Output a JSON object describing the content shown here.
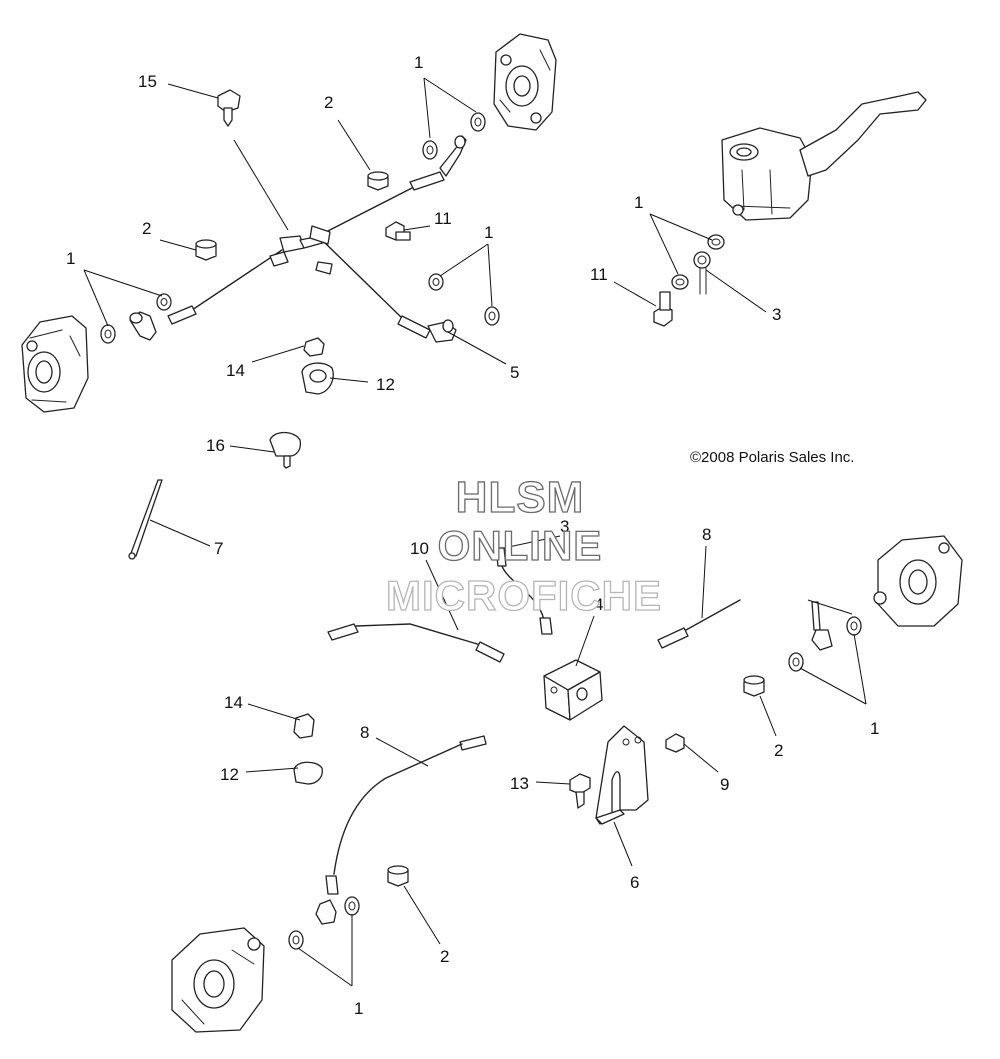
{
  "copyright": "©2008 Polaris Sales Inc.",
  "watermark": {
    "line1": "HLSM",
    "line2": "ONLINE",
    "line3": "MICROFICHE"
  },
  "callouts": {
    "c1a": "1",
    "c1b": "1",
    "c1c": "1",
    "c1d": "1",
    "c1e": "1",
    "c1f": "1",
    "c2a": "2",
    "c2b": "2",
    "c2c": "2",
    "c2d": "2",
    "c3a": "3",
    "c3b": "3",
    "c4": "4",
    "c5": "5",
    "c6": "6",
    "c7": "7",
    "c8a": "8",
    "c8b": "8",
    "c9": "9",
    "c10": "10",
    "c11a": "11",
    "c11b": "11",
    "c12a": "12",
    "c12b": "12",
    "c13": "13",
    "c14a": "14",
    "c14b": "14",
    "c15": "15",
    "c16": "16"
  }
}
